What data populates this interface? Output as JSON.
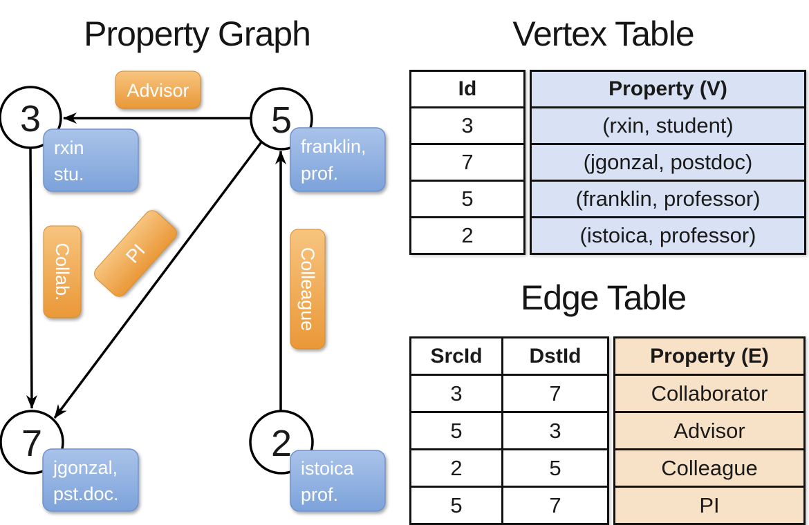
{
  "titles": {
    "graph": "Property Graph",
    "vertex_table": "Vertex Table",
    "edge_table": "Edge Table"
  },
  "graph": {
    "vertices": [
      {
        "id": "3",
        "line1": "rxin",
        "line2": "stu."
      },
      {
        "id": "5",
        "line1": "franklin,",
        "line2": "prof."
      },
      {
        "id": "7",
        "line1": "jgonzal,",
        "line2": "pst.doc."
      },
      {
        "id": "2",
        "line1": "istoica",
        "line2": "prof."
      }
    ],
    "edges": [
      {
        "from": "5",
        "to": "3",
        "label": "Advisor"
      },
      {
        "from": "3",
        "to": "7",
        "label": "Collab."
      },
      {
        "from": "5",
        "to": "7",
        "label": "PI"
      },
      {
        "from": "2",
        "to": "5",
        "label": "Colleague"
      }
    ]
  },
  "vertex_table": {
    "headers": {
      "id": "Id",
      "property": "Property (V)"
    },
    "rows": [
      {
        "id": "3",
        "property": "(rxin, student)"
      },
      {
        "id": "7",
        "property": "(jgonzal, postdoc)"
      },
      {
        "id": "5",
        "property": "(franklin, professor)"
      },
      {
        "id": "2",
        "property": "(istoica, professor)"
      }
    ]
  },
  "edge_table": {
    "headers": {
      "src": "SrcId",
      "dst": "DstId",
      "property": "Property (E)"
    },
    "rows": [
      {
        "src": "3",
        "dst": "7",
        "property": "Collaborator"
      },
      {
        "src": "5",
        "dst": "3",
        "property": "Advisor"
      },
      {
        "src": "2",
        "dst": "5",
        "property": "Colleague"
      },
      {
        "src": "5",
        "dst": "7",
        "property": "PI"
      }
    ]
  },
  "colors": {
    "edge_pill_top": "#F7C47F",
    "edge_pill_bottom": "#EA9838",
    "vertex_box_top": "#A9C3EA",
    "vertex_box_bottom": "#7CA2DA",
    "vertex_table_fill": "#D9E2F4",
    "edge_table_fill": "#F8E2C7",
    "line": "#000000",
    "text_on_fill": "#ffffff"
  }
}
